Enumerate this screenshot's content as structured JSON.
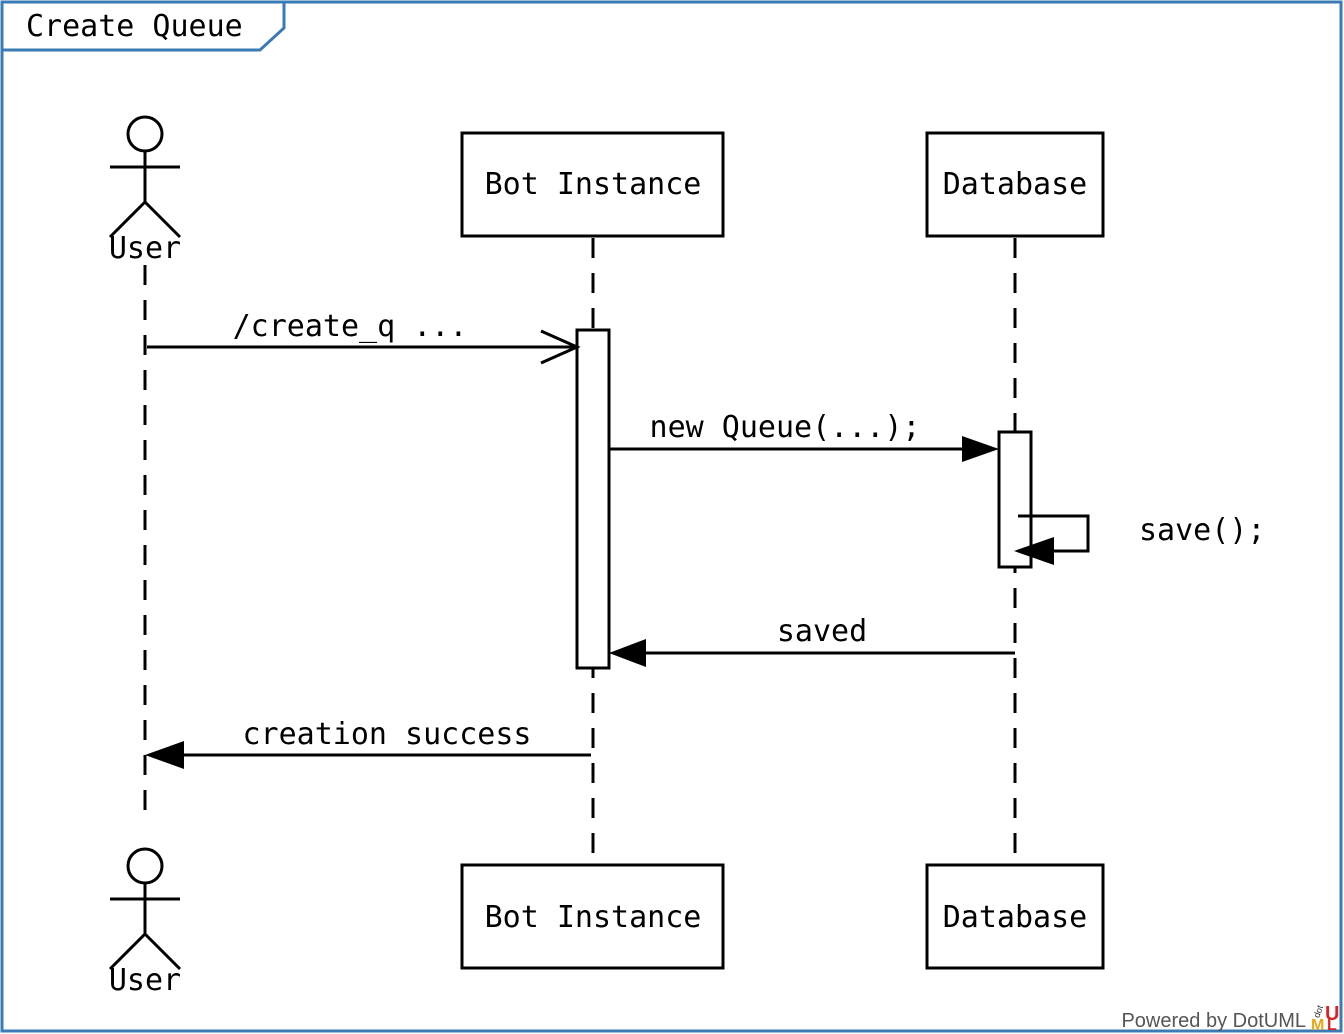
{
  "frame": {
    "title": "Create Queue",
    "border_color": "#3b7bb5"
  },
  "participants": [
    {
      "id": "user",
      "label": "User",
      "kind": "actor"
    },
    {
      "id": "bot",
      "label": "Bot Instance",
      "kind": "box"
    },
    {
      "id": "db",
      "label": "Database",
      "kind": "box"
    }
  ],
  "messages": [
    {
      "from": "user",
      "to": "bot",
      "label": "/create_q ...",
      "style": "open-arrow"
    },
    {
      "from": "bot",
      "to": "db",
      "label": "new Queue(...);",
      "style": "filled-arrow"
    },
    {
      "from": "db",
      "to": "db",
      "label": "save();",
      "style": "self"
    },
    {
      "from": "db",
      "to": "bot",
      "label": "saved",
      "style": "filled-arrow"
    },
    {
      "from": "bot",
      "to": "user",
      "label": "creation success",
      "style": "filled-arrow"
    }
  ],
  "footer": {
    "powered_by": "Powered by DotUML",
    "logo_letters": "dotUML",
    "logo_colors": [
      "#d62728",
      "#e6a817",
      "#333333"
    ]
  }
}
